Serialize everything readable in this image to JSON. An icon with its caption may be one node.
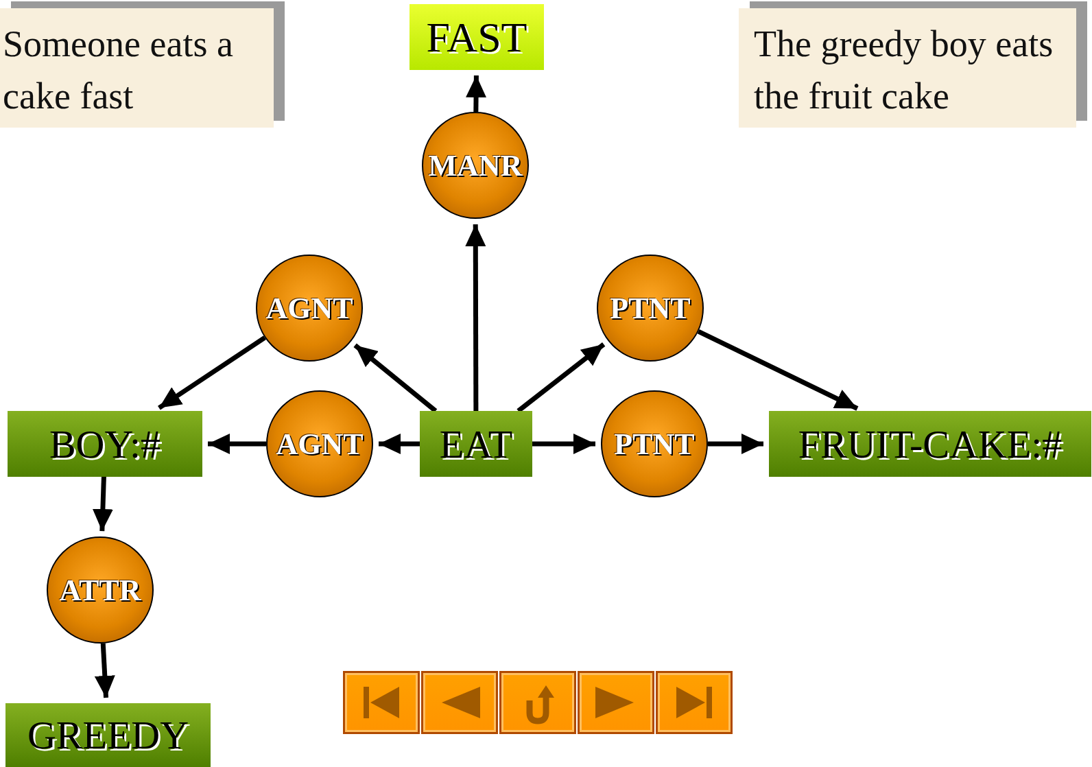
{
  "diagram": {
    "nodes": [
      {
        "text": [
          "Someone eats a cake fast"
        ]
      },
      {
        "text": [
          "FAST"
        ]
      },
      {
        "text": [
          "The greedy boy eats the fruit cake"
        ]
      },
      {
        "text": [
          "MANR"
        ]
      },
      {
        "text": [
          "AGNT"
        ]
      },
      {
        "text": [
          "PTNT"
        ]
      },
      {
        "text": [
          "BOY:#"
        ]
      },
      {
        "text": [
          "AGNT"
        ]
      },
      {
        "text": [
          "EAT"
        ]
      },
      {
        "text": [
          "PTNT"
        ]
      },
      {
        "text": [
          "FRUIT-CAKE:#"
        ]
      },
      {
        "text": [
          "ATTR"
        ]
      },
      {
        "text": [
          "GREEDY"
        ]
      }
    ],
    "edges": [
      {
        "from": 3,
        "to": 1,
        "arrow": "to"
      },
      {
        "from": 8,
        "to": 3,
        "arrow": "to"
      },
      {
        "from": 8,
        "to": 4,
        "arrow": "to"
      },
      {
        "from": 4,
        "to": 6,
        "arrow": "to"
      },
      {
        "from": 8,
        "to": 5,
        "arrow": "to"
      },
      {
        "from": 5,
        "to": 10,
        "arrow": "to"
      },
      {
        "from": 8,
        "to": 7,
        "arrow": "to"
      },
      {
        "from": 7,
        "to": 6,
        "arrow": "to"
      },
      {
        "from": 8,
        "to": 9,
        "arrow": "to"
      },
      {
        "from": 9,
        "to": 10,
        "arrow": "to"
      },
      {
        "from": 6,
        "to": 11,
        "arrow": "to"
      },
      {
        "from": 11,
        "to": 12,
        "arrow": "to"
      }
    ]
  }
}
